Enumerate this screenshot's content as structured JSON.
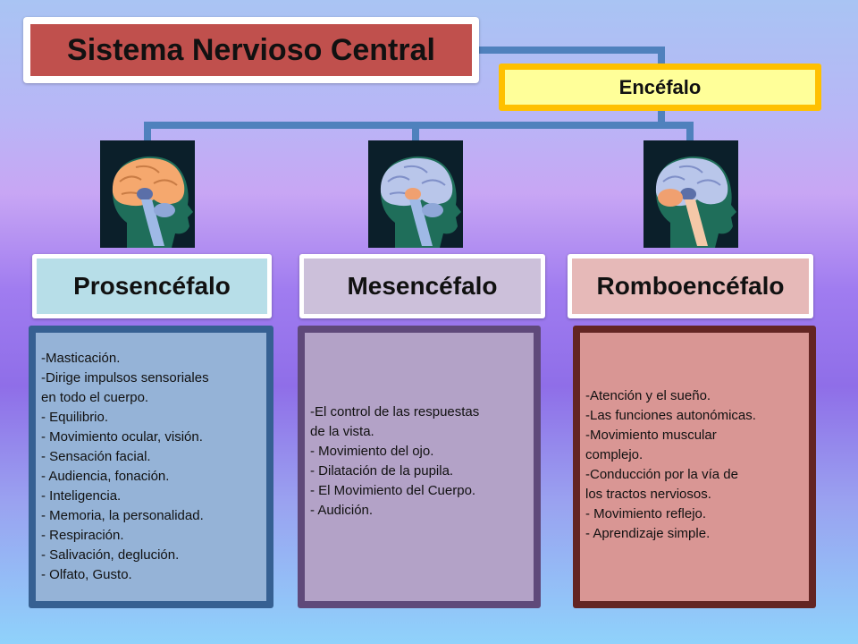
{
  "title": "Sistema Nervioso Central",
  "subtitle": "Encéfalo",
  "categories": [
    {
      "name": "Prosencéfalo",
      "items": [
        "-Masticación.",
        "-Dirige impulsos  sensoriales",
        "en todo el  cuerpo.",
        "- Equilibrio.",
        "- Movimiento ocular, visión.",
        "- Sensación facial.",
        "- Audiencia, fonación.",
        "- Inteligencia.",
        "- Memoria, la personalidad.",
        "- Respiración.",
        "- Salivación, deglución.",
        "- Olfato, Gusto."
      ]
    },
    {
      "name": "Mesencéfalo",
      "items": [
        "-El control de las  respuestas",
        "de la vista.",
        "- Movimiento del ojo.",
        "- Dilatación de la pupila.",
        "- El Movimiento del Cuerpo.",
        "- Audición."
      ]
    },
    {
      "name": "Romboencéfalo",
      "items": [
        "-Atención y el sueño.",
        "-Las funciones autonómicas.",
        "-Movimiento  muscular",
        "complejo.",
        "-Conducción por la  vía  de",
        "los tractos nerviosos.",
        "- Movimiento reflejo.",
        "- Aprendizaje simple."
      ]
    }
  ],
  "colors": {
    "title_fill": "#c0504d",
    "subtitle_border": "#ffc000",
    "subtitle_fill": "#ffff99",
    "connector": "#4f81bd",
    "prosencefalo_header": "#b7dee8",
    "mesencefalo_header": "#ccc0da",
    "romboencefalo_header": "#e6b9b8",
    "prosencefalo_fill": "#95b3d7",
    "prosencefalo_border": "#366092",
    "mesencefalo_fill": "#b3a2c7",
    "mesencefalo_border": "#5f497a",
    "romboencefalo_fill": "#d99694",
    "romboencefalo_border": "#632523"
  },
  "icons": [
    "brain-forebrain-icon",
    "brain-midbrain-icon",
    "brain-hindbrain-icon"
  ]
}
